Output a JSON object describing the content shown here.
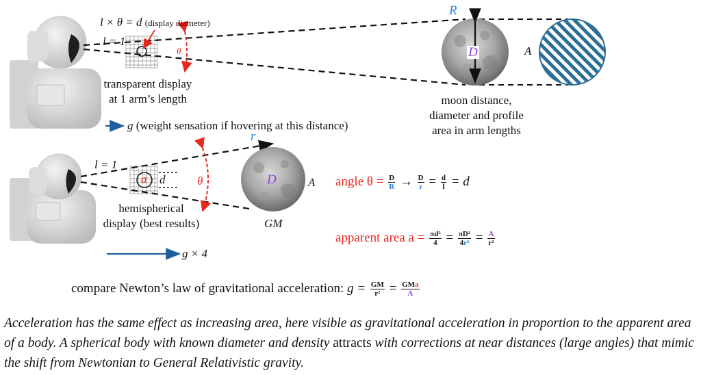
{
  "top": {
    "formula_l": "l",
    "formula_rest": "× θ = d",
    "formula_note": "(display diameter)",
    "l_eq_1": "l = 1",
    "theta": "θ",
    "R": "R",
    "D": "D",
    "A": "A",
    "display_label_1": "transparent display",
    "display_label_2": "at 1 arm’s length",
    "moon_label_1": "moon distance,",
    "moon_label_2": "diameter and profile",
    "moon_label_3": "area in arm lengths",
    "weight_g": "g",
    "weight_text": "(weight sensation if hovering at this distance)"
  },
  "bottom": {
    "r": "r",
    "l_eq_1": "l = 1",
    "a": "a",
    "d": "d",
    "theta": "θ",
    "D": "D",
    "A": "A",
    "GM": "GM",
    "display_label_1": "hemispherical",
    "display_label_2": "display (best results)",
    "g_times_4": "g × 4"
  },
  "formulas": {
    "angle_label": "angle θ =",
    "angle_f1_num": "D",
    "angle_f1_den": "R",
    "angle_f2_num": "D",
    "angle_f2_den": "r",
    "angle_f3_num": "d",
    "angle_f3_den": "l",
    "angle_tail": "= d",
    "area_label": "apparent area a =",
    "area_f1_num": "πd²",
    "area_f1_den": "4",
    "area_f2_num": "πD²",
    "area_f2_den_pre": "4",
    "area_f2_den_r": "r²",
    "area_f3_num": "A",
    "area_f3_den": "r²",
    "newton_label": "compare Newton’s law of gravitational acceleration:",
    "newton_g": "g =",
    "newton_f1_num": "GM",
    "newton_f1_den": "r²",
    "newton_f2_num_pre": "GM",
    "newton_f2_num_a": "a",
    "newton_f2_den": "A"
  },
  "caption": {
    "part1": "Acceleration has the same effect as increasing area, here visible as gravitational acceleration in proportion to the apparent area of a body. A spherical body with known diameter and density ",
    "attracts": "attracts",
    "part2": " with corrections at near distances (large angles) that mimic the shift from Newtonian to General Relativistic gravity."
  },
  "colors": {
    "red": "#e8281f",
    "blue": "#2a7fd0",
    "purple": "#8b3fd1",
    "arrow_blue": "#1f5f9e",
    "hatch_blue": "#2b6f96"
  },
  "icons": [
    "astronaut-figure",
    "moon-image",
    "hatched-disk-icon",
    "grid-display-icon"
  ]
}
